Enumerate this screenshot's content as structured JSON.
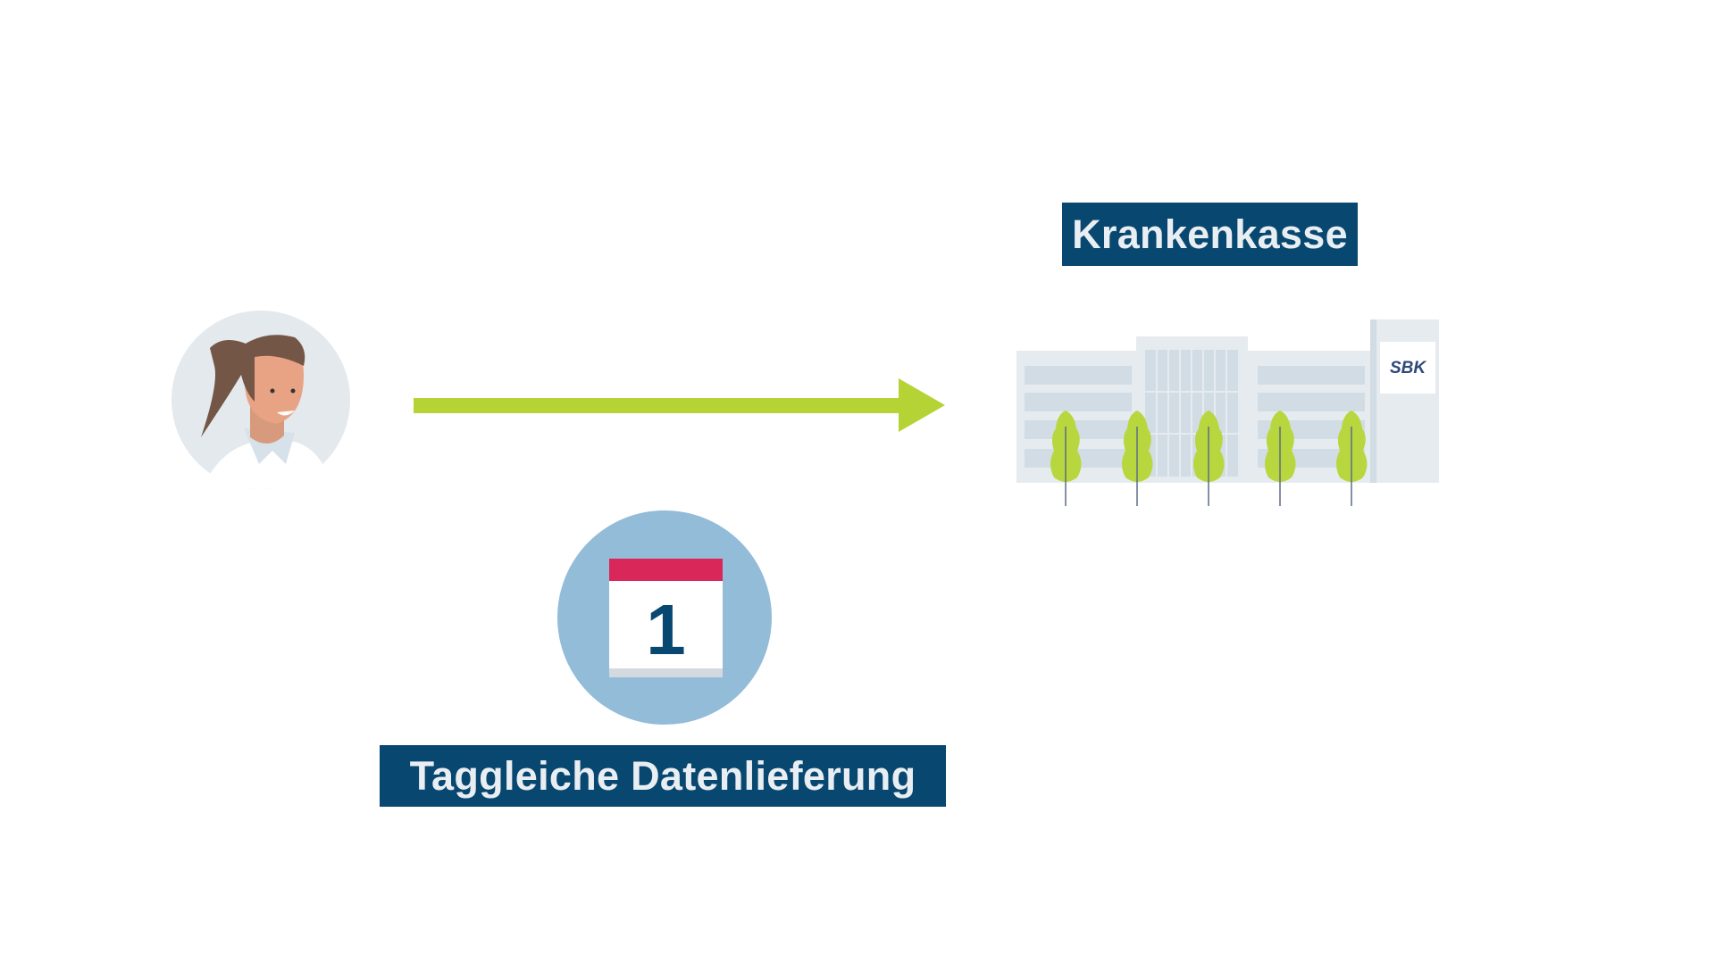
{
  "labels": {
    "insurer": "Krankenkasse",
    "delivery": "Taggleiche Datenlieferung"
  },
  "calendar": {
    "day": "1"
  },
  "building": {
    "logo": "SBK"
  },
  "colors": {
    "label_bg": "#084870",
    "arrow": "#b5d334",
    "calendar_header": "#d9275a",
    "calendar_circle": "#93bcd9"
  }
}
